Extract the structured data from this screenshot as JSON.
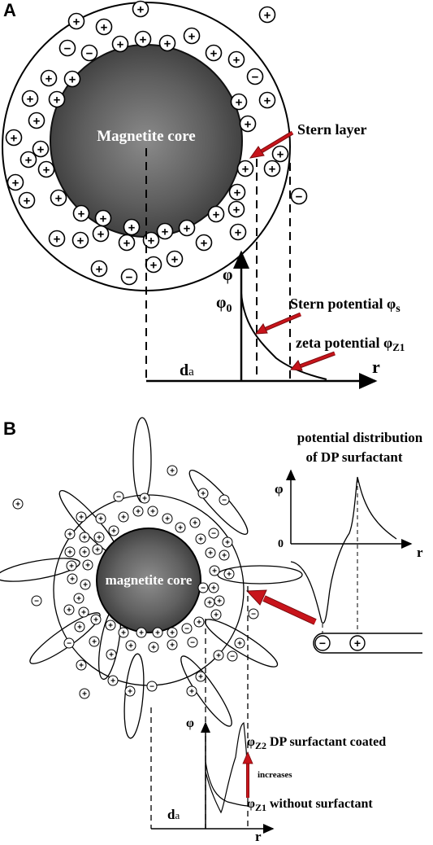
{
  "panel_a": {
    "label": "A",
    "core_label": "Magnetite core",
    "stern_layer_label": "Stern layer",
    "phi_label": "φ",
    "phi0_label": "φ",
    "phi0_sub": "0",
    "stern_potential_label": "Stern potential φ",
    "stern_potential_sub": "s",
    "zeta_label": "zeta potential φ",
    "zeta_sub": "Z1",
    "da_label": "d",
    "da_sub": "a",
    "r_label": "r"
  },
  "panel_b": {
    "label": "B",
    "core_label": "magnetite core",
    "dist_title_line1": "potential distribution",
    "dist_title_line2": "of DP surfactant",
    "inset_phi_label": "φ",
    "inset_zero_label": "0",
    "inset_r_label": "r",
    "phi_label": "φ",
    "z2_phi": "φ",
    "z2_sub": "Z2",
    "z2_text": "DP surfactant coated",
    "increases_label": "increases",
    "z1_phi": "φ",
    "z1_sub": "Z1",
    "z1_text": "without surfactant",
    "da_label": "d",
    "da_sub": "a",
    "r_label": "r"
  },
  "ions": {
    "plus_symbol": "+",
    "minus_symbol": "−"
  },
  "colors": {
    "arrow_red": "#c8141b",
    "core_dark": "#3a3a3a",
    "core_light": "#8a8a8a"
  }
}
